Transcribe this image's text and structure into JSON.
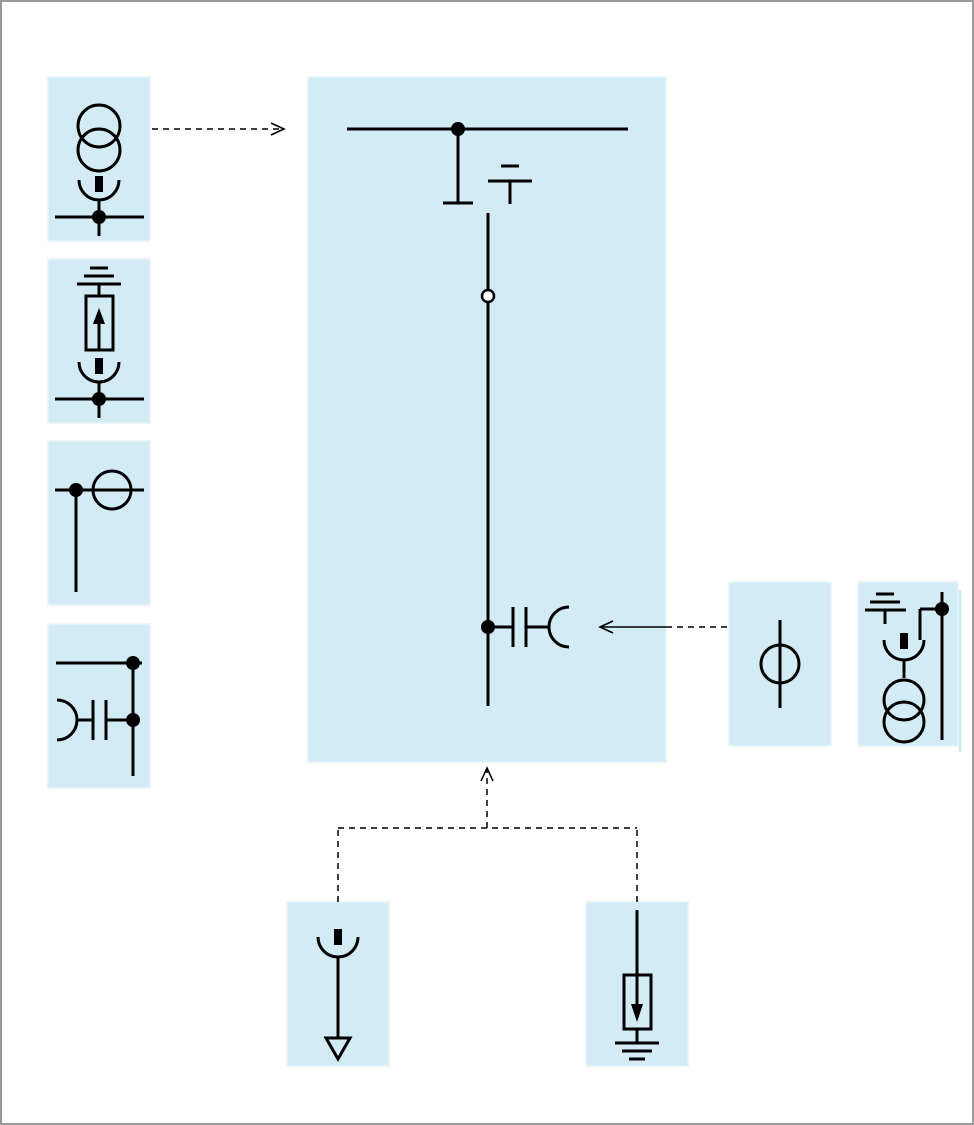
{
  "diagram": {
    "frame_color": "#9a9a9a",
    "panel_color": "#d2ebf4",
    "line_color": "#000000",
    "main_panel": {
      "components": [
        "busbar",
        "disconnector-earth",
        "earthing-switch",
        "circuit-breaker",
        "cable-connection",
        "feeder"
      ]
    },
    "left_modules": [
      "voltage-transformer-module",
      "surge-arrester-module",
      "current-transformer-module",
      "cable-sealing-end-module"
    ],
    "right_modules": [
      "current-transformer-alt-module",
      "voltage-transformer-earthed-module"
    ],
    "bottom_modules": [
      "cable-plug-earth-module",
      "surge-arrester-earth-module"
    ]
  }
}
